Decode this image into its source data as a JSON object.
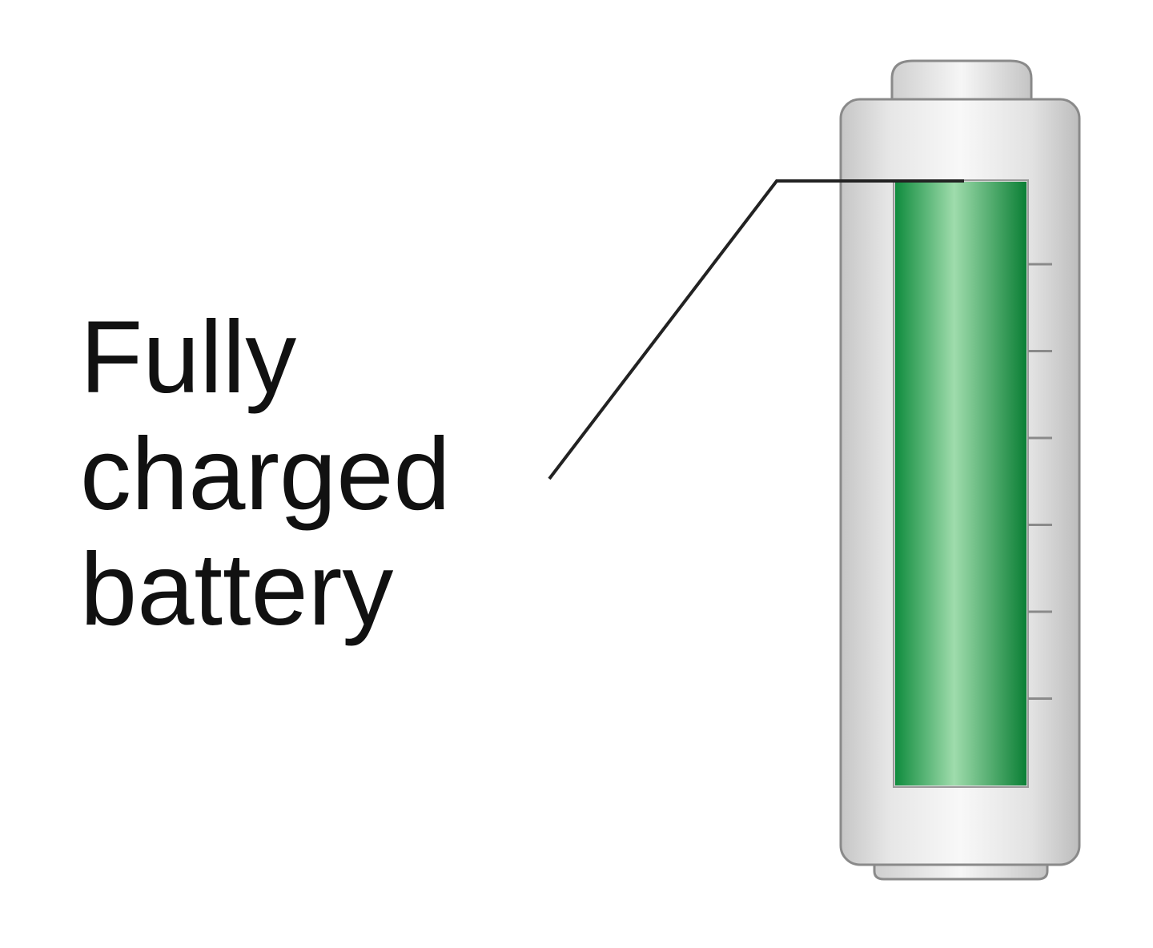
{
  "label": {
    "lines": [
      "Fully",
      "charged",
      "battery"
    ]
  },
  "battery": {
    "charge_level": 1.0,
    "tick_count": 6
  },
  "colors": {
    "text": "#111111",
    "leader_line": "#222222",
    "casing_light": "#f4f4f4",
    "casing_shade": "#c8c8c8",
    "casing_outline": "#8a8a8a",
    "charge_dark": "#0e8a3c",
    "charge_light": "#9fdcac"
  }
}
